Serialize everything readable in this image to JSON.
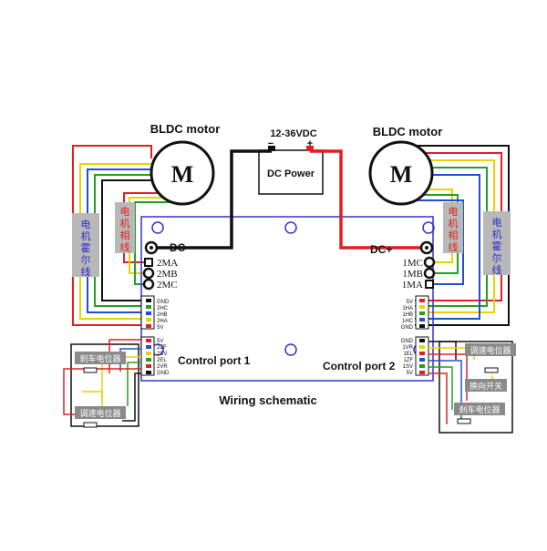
{
  "motor_left": {
    "title": "BLDC motor",
    "symbol": "M"
  },
  "motor_right": {
    "title": "BLDC motor",
    "symbol": "M"
  },
  "power": {
    "voltage": "12-36VDC",
    "minus": "−",
    "plus": "+",
    "label": "DC Power"
  },
  "board": {
    "dc_minus": "DC-",
    "dc_plus": "DC+",
    "left_phases": [
      "2MA",
      "2MB",
      "2MC"
    ],
    "right_phases": [
      "1MC",
      "1MB",
      "1MA"
    ],
    "left_hall_pins": [
      "GND",
      "2HC",
      "2HB",
      "2HA",
      "5V"
    ],
    "right_hall_pins": [
      "5V",
      "1HA",
      "1HB",
      "1HC",
      "GND"
    ],
    "left_ctrl_pins": [
      "5V",
      "2ZF",
      "2SV",
      "2EL",
      "2VR",
      "GND"
    ],
    "right_ctrl_pins": [
      "GND",
      "1VR",
      "1EL",
      "1ZF",
      "1SV",
      "5V"
    ],
    "control_port_1": "Control port 1",
    "control_port_2": "Control port 2"
  },
  "labels": {
    "hall_wire": "电机霍尔线",
    "phase_wire": "电机相线",
    "brake_pot": "刹车电位器",
    "speed_pot": "调速电位器",
    "reverse_switch": "换向开关"
  },
  "caption": "Wiring schematic",
  "colors": {
    "hall_red": "#e02020",
    "hall_black": "#111111",
    "hall_green": "#22a022",
    "hall_blue": "#2050d0",
    "hall_yellow": "#e6d400",
    "power_red": "#e02020",
    "power_black": "#111111",
    "board_outline": "#3333cc",
    "label_blue_text": "#2a2ad0",
    "label_red_text": "#e02020",
    "label_box_bg": "#b8b8b8",
    "pot_box_bg": "#8a8a8a"
  }
}
